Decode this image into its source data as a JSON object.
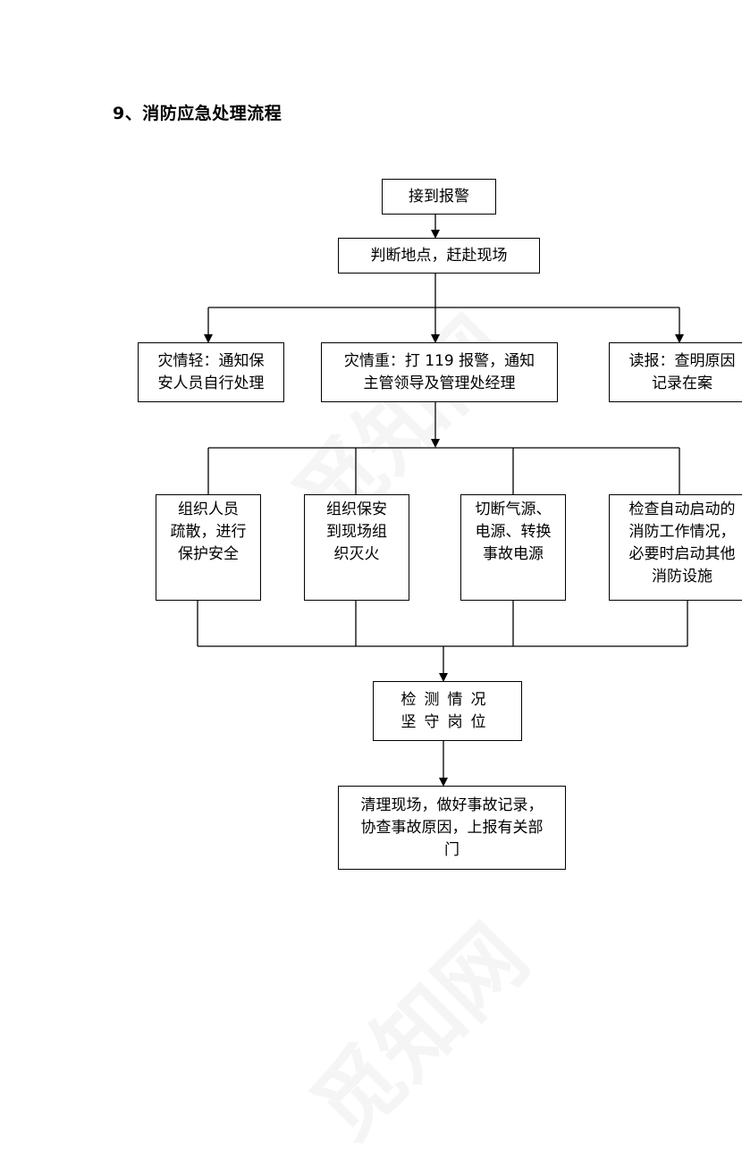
{
  "title": "9、消防应急处理流程",
  "watermark": "觅知网",
  "nodes": {
    "receive_alarm": "接到报警",
    "judge_location": "判断地点，赶赴现场",
    "minor_fire": "灾情轻：通知保\n安人员自行处理",
    "serious_fire": "灾情重：打 119 报警，通知\n主管领导及管理处经理",
    "false_alarm": "读报：查明原因\n记录在案",
    "evacuate": "组织人员\n疏散，进行\n保护安全",
    "extinguish": "组织保安\n到现场组\n织灭火",
    "cut_power": "切断气源、\n电源、转换\n事故电源",
    "check_auto": "检查自动启动的\n消防工作情况，\n必要时启动其他\n消防设施",
    "monitor": "检测情况\n坚守岗位",
    "cleanup": "清理现场，做好事故记录，\n协查事故原因，上报有关部\n门"
  }
}
